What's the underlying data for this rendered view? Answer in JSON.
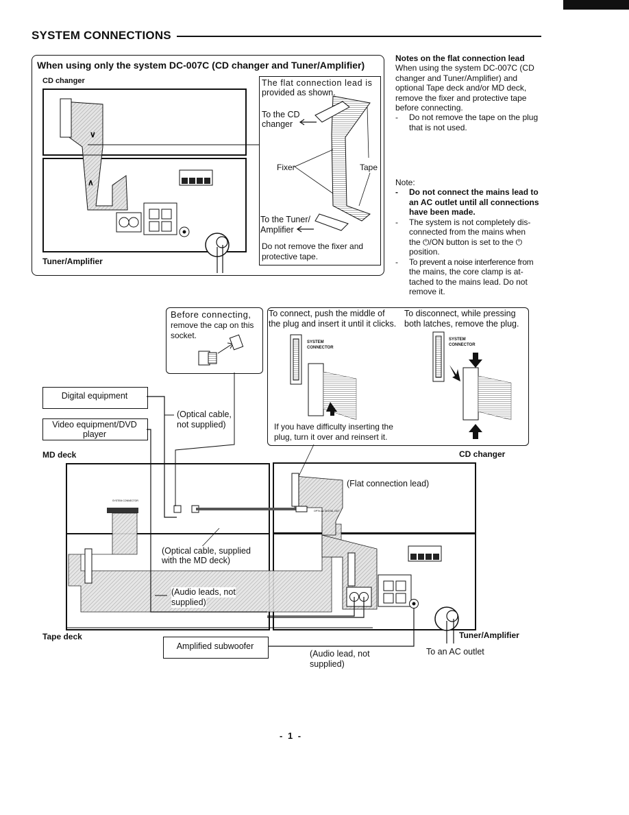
{
  "section_title": "SYSTEM CONNECTIONS",
  "top_panel": {
    "title": "When using only the system DC-007C (CD changer and Tuner/Amplifier)",
    "cd_changer_label": "CD changer",
    "tuner_label": "Tuner/Amplifier",
    "flat_lead_callout": {
      "intro_line1": "The flat connection lead is",
      "intro_line2": "provided as shown.",
      "to_cd_line1": "To the CD",
      "to_cd_line2": "changer",
      "fixer": "Fixer",
      "tape": "Tape",
      "to_tuner_line1": "To the Tuner/",
      "to_tuner_line2": "Amplifier",
      "warning_line1": "Do not remove the fixer and",
      "warning_line2": "protective tape."
    }
  },
  "notes_flat": {
    "heading": "Notes on the flat connection lead",
    "lines": [
      "When using the system DC-007C (CD",
      "changer and Tuner/Amplifier) and",
      "optional Tape deck and/or MD deck,",
      "remove the fixer and protective tape",
      "before connecting."
    ],
    "bullet_lines": [
      "Do not remove the tape on the plug",
      "that is not used."
    ]
  },
  "note": {
    "label": "Note:",
    "item1_lines": [
      "Do not connect the mains lead to",
      "an AC outlet until all connections",
      "have been made."
    ],
    "item2_lines": [
      "The system is not completely dis-",
      "connected from the mains when",
      "the ⏻/ON button is set to the ⏻",
      "position."
    ],
    "item3_lines": [
      "To prevent a noise interference from",
      "the mains, the core clamp is at-",
      "tached to the mains lead. Do not",
      "remove it."
    ]
  },
  "cap_callout": {
    "line1": "Before connecting,",
    "line2": "remove the cap on this",
    "line3": "socket."
  },
  "connect_callout": {
    "connect_line1": "To connect, push the middle of",
    "connect_line2": "the plug and insert it until it clicks.",
    "disconnect_line1": "To disconnect, while pressing",
    "disconnect_line2": "both latches, remove the plug.",
    "connector_label_1": "SYSTEM",
    "connector_label_2": "CONNECTOR",
    "difficulty_line1": "If you have difficulty inserting the",
    "difficulty_line2": "plug, turn it over and reinsert it."
  },
  "main_diagram": {
    "digital_equipment": "Digital equipment",
    "video_line1": "Video equipment/DVD",
    "video_line2": "player",
    "optical_not_supplied_line1": "(Optical cable,",
    "optical_not_supplied_line2": "not supplied)",
    "md_deck": "MD deck",
    "cd_changer": "CD changer",
    "flat_connection_lead": "(Flat connection lead)",
    "optical_supplied_line1": "(Optical cable, supplied",
    "optical_supplied_line2": "with the MD deck)",
    "audio_leads_line1": "(Audio leads, not",
    "audio_leads_line2": "supplied)",
    "tape_deck": "Tape deck",
    "tuner_amplifier": "Tuner/Amplifier",
    "amplified_subwoofer": "Amplified subwoofer",
    "audio_lead_line1": "(Audio lead, not",
    "audio_lead_line2": "supplied)",
    "to_ac_outlet": "To an AC outlet"
  },
  "page_number": "- 1 -"
}
